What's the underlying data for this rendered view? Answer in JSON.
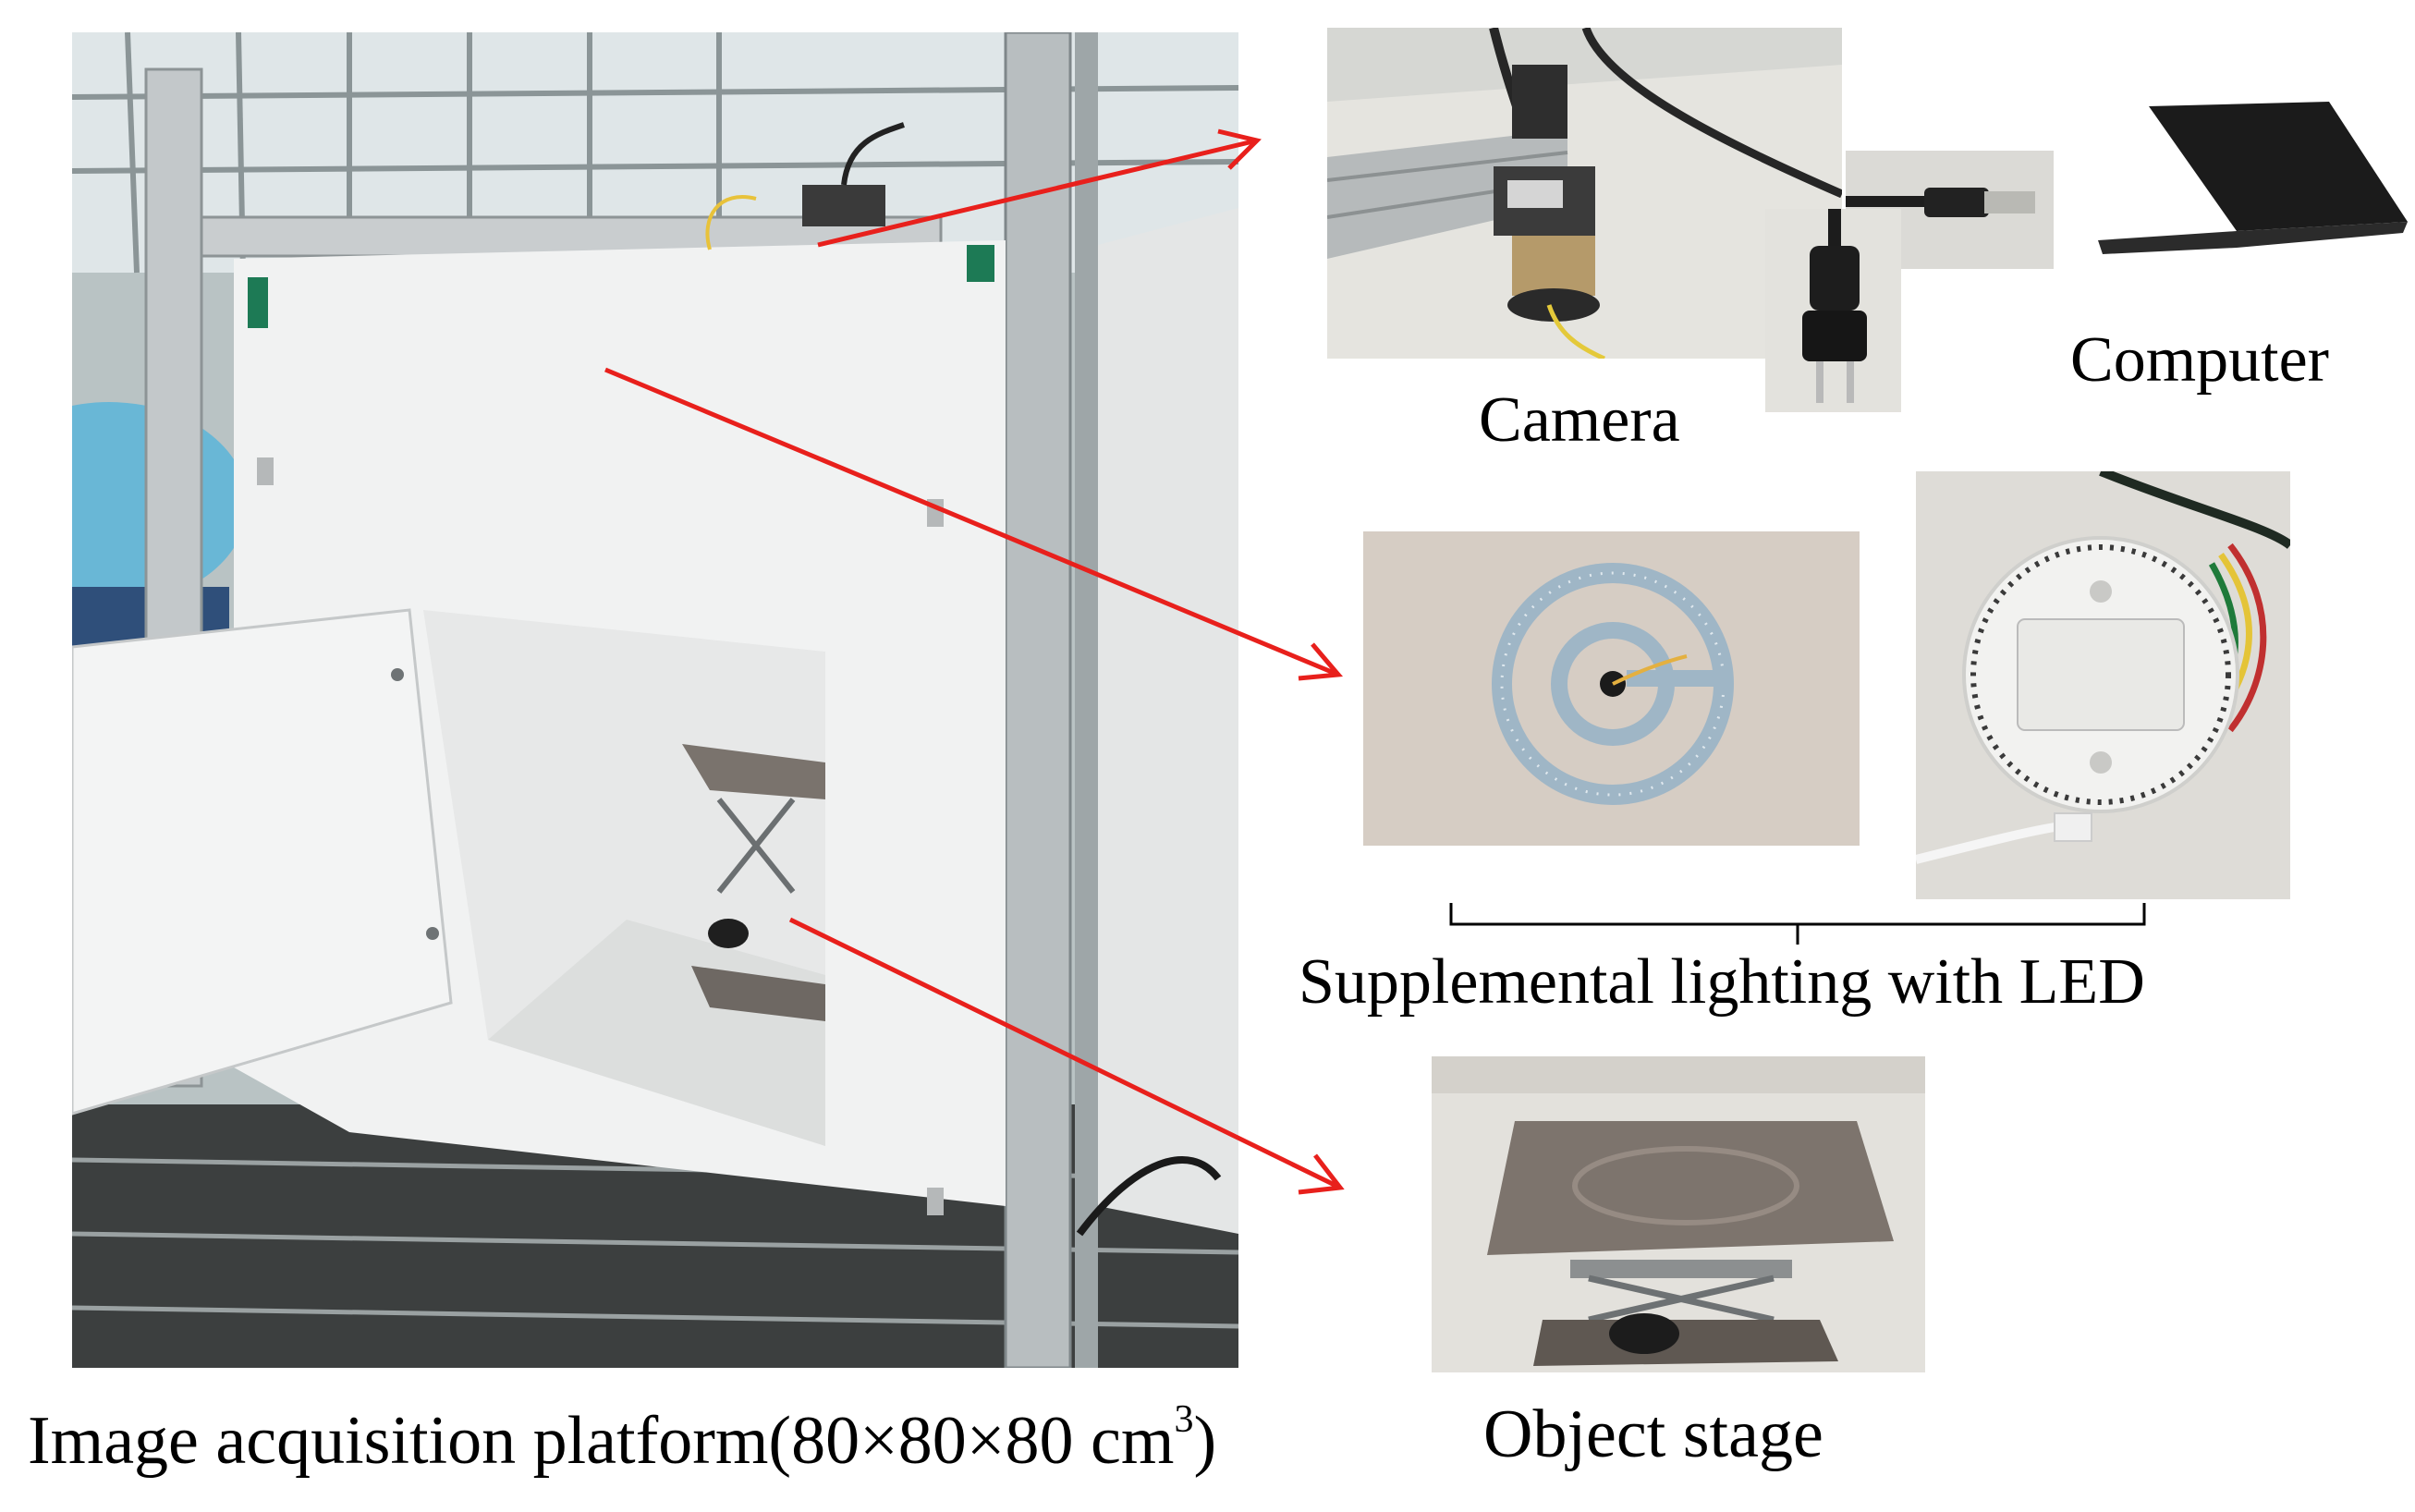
{
  "captions": {
    "camera": "Camera",
    "computer": "Computer",
    "supplemental_lighting": "Supplemental lighting with LED",
    "object_stage": "Object stage",
    "platform_text": "Image acquisition platform(80×80×80 cm",
    "platform_sup": "3",
    "platform_close": ")"
  },
  "colors": {
    "arrow": "#e8201c",
    "text": "#000000"
  }
}
